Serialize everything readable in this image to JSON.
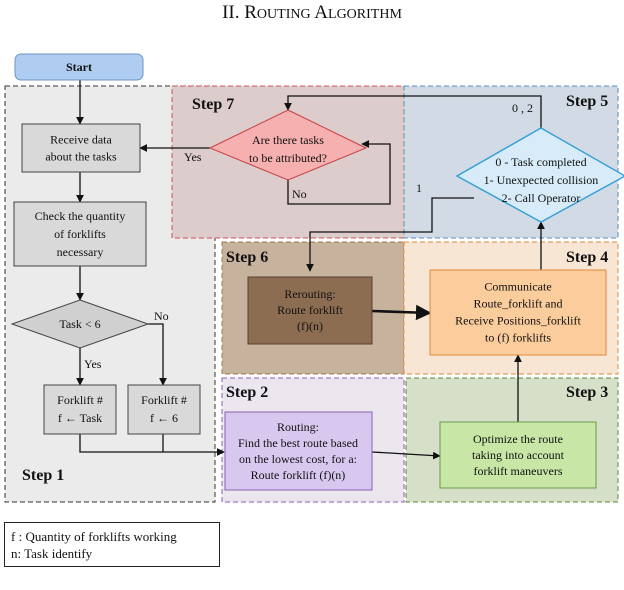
{
  "title": {
    "numeral": "II.",
    "cap1": "R",
    "rest1": "OUTING",
    "cap2": "A",
    "rest2": "LGORITHM"
  },
  "steps": {
    "s1": "Step 1",
    "s2": "Step 2",
    "s3": "Step 3",
    "s4": "Step 4",
    "s5": "Step 5",
    "s6": "Step 6",
    "s7": "Step 7"
  },
  "nodes": {
    "start": [
      "Start"
    ],
    "receive": [
      "Receive data",
      "about  the tasks"
    ],
    "check": [
      "Check the quantity",
      "of forklifts",
      "necessary"
    ],
    "task_decision": [
      "Task  < 6"
    ],
    "forklift_task": [
      "Forklift #",
      "f ← Task"
    ],
    "forklift_6": [
      "Forklift #",
      "f ← 6"
    ],
    "routing": [
      "Routing:",
      "Find the best route based",
      "on the lowest cost, for a:",
      "Route forklift (f)(n)"
    ],
    "optimize": [
      "Optimize the route",
      "taking into account",
      "forklift maneuvers"
    ],
    "communicate": [
      "Communicate",
      "Route_forklift  and",
      "Receive Positions_forklift",
      "to (f) forklifts"
    ],
    "status": [
      "0 - Task completed",
      "1- Unexpected collision",
      "2- Call Operator"
    ],
    "rerouting": [
      "Rerouting:",
      "Route forklift",
      "(f)(n)"
    ],
    "tasks_decision": [
      "Are there tasks",
      "to be attributed?"
    ]
  },
  "labels": {
    "yes_task": "Yes",
    "no_task": "No",
    "yes_attr": "Yes",
    "no_attr": "No",
    "zero_two": "0 , 2",
    "one": "1"
  },
  "legend": {
    "line1": "f : Quantity of forklifts working",
    "line2": "n: Task identify"
  },
  "colors": {
    "start": "#aecdf0",
    "gray": "#d9d9d9",
    "step1_bg": "#ebebeb",
    "step2_bg": "#ece7ee",
    "step2_node": "#d8c8f0",
    "step3_bg": "#d6dfc8",
    "step3_node": "#c8e6a5",
    "step4_bg": "#f8e6d4",
    "step4_node": "#fbcc9c",
    "step5_bg": "#d2dbe5",
    "step5_node": "#d7ecf8",
    "step6_bg": "#c7b29e",
    "step6_node": "#8c6d52",
    "step7_bg": "#dccccc",
    "step7_node": "#f6b0b0"
  }
}
